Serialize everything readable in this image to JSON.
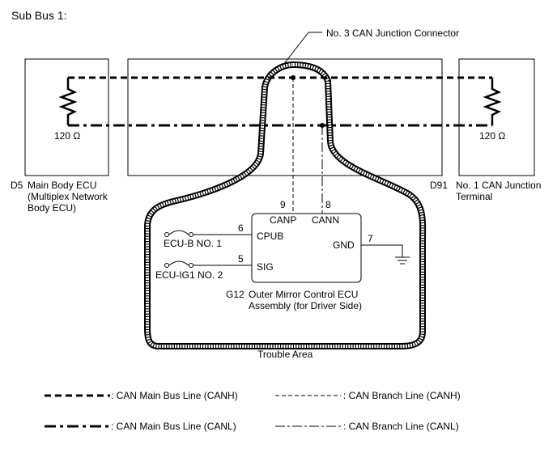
{
  "title": "Sub Bus 1:",
  "connector_label": "No. 3 CAN Junction Connector",
  "left_ecu": {
    "code": "D5",
    "name_lines": [
      "Main Body ECU",
      "(Multiplex Network",
      "Body ECU)"
    ],
    "resistor": "120 Ω"
  },
  "right_ecu": {
    "code": "D91",
    "name_lines": [
      "No. 1 CAN Junction",
      "Terminal"
    ],
    "resistor": "120 Ω"
  },
  "center_ecu": {
    "code": "G12",
    "name_lines": [
      "Outer Mirror Control ECU",
      "Assembly (for Driver Side)"
    ],
    "pins": {
      "canp": {
        "num": "9",
        "label": "CANP"
      },
      "cann": {
        "num": "8",
        "label": "CANN"
      },
      "cpub": {
        "num": "6",
        "label": "CPUB"
      },
      "sig": {
        "num": "5",
        "label": "SIG"
      },
      "gnd": {
        "num": "7",
        "label": "GND"
      }
    },
    "fuses": [
      "ECU-B NO. 1",
      "ECU-IG1 NO. 2"
    ]
  },
  "trouble_area": "Trouble Area",
  "legend": [
    {
      "label": ": CAN Main Bus Line (CANH)"
    },
    {
      "label": ": CAN Branch Line (CANH)"
    },
    {
      "label": ": CAN Main Bus Line (CANL)"
    },
    {
      "label": ": CAN Branch Line (CANL)"
    }
  ]
}
